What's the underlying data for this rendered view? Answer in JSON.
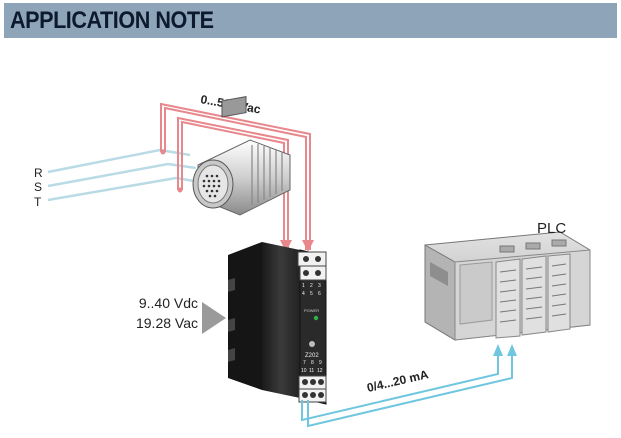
{
  "header": {
    "title": "APPLICATION NOTE"
  },
  "diagram": {
    "phase_labels": [
      "R",
      "S",
      "T"
    ],
    "voltage_input_label": "0...500 Vac",
    "supply_label_dc": "9..40 Vdc",
    "supply_label_ac": "19.28 Vac",
    "output_label": "0/4...20 mA",
    "plc_label": "PLC",
    "device_model": "Z202",
    "device_power_text": "POWER",
    "top_terminals": [
      "1",
      "2",
      "3",
      "4",
      "5",
      "6"
    ],
    "bottom_terminals": [
      "7",
      "8",
      "9",
      "10",
      "11",
      "12"
    ]
  },
  "colors": {
    "header_bg": "#8ea4b9",
    "header_text": "#0d1a2e",
    "voltage_wire": "#e8888c",
    "current_wire": "#6fc6df",
    "phase_wire": "#b9dbe6",
    "device_body": "#2b2b2b",
    "plc_body": "#c9c9c9",
    "power_led": "#2fb34a"
  }
}
